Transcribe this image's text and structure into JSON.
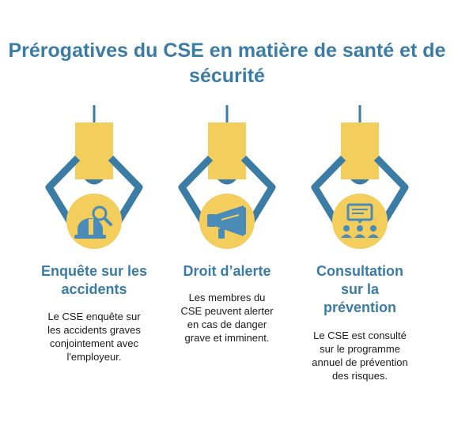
{
  "title": "Prérogatives du CSE en matière de santé et de\nsécurité",
  "colors": {
    "accent": "#3a7ca5",
    "yellow": "#f4ce5d",
    "icon_blue": "#4a8bb8",
    "text": "#1a1a1a"
  },
  "columns": [
    {
      "icon": "hard-hat-magnifier-icon",
      "heading": "Enquête sur les\naccidents",
      "text": "Le CSE enquête sur\nles accidents graves\nconjointement avec\nl'employeur."
    },
    {
      "icon": "megaphone-icon",
      "heading": "Droit d’alerte",
      "text": "Les membres du\nCSE peuvent alerter\nen cas de danger\ngrave et imminent."
    },
    {
      "icon": "group-speech-icon",
      "heading": "Consultation\nsur la\nprévention",
      "text": "Le CSE est consulté\nsur le programme\nannuel de prévention\ndes risques."
    }
  ]
}
